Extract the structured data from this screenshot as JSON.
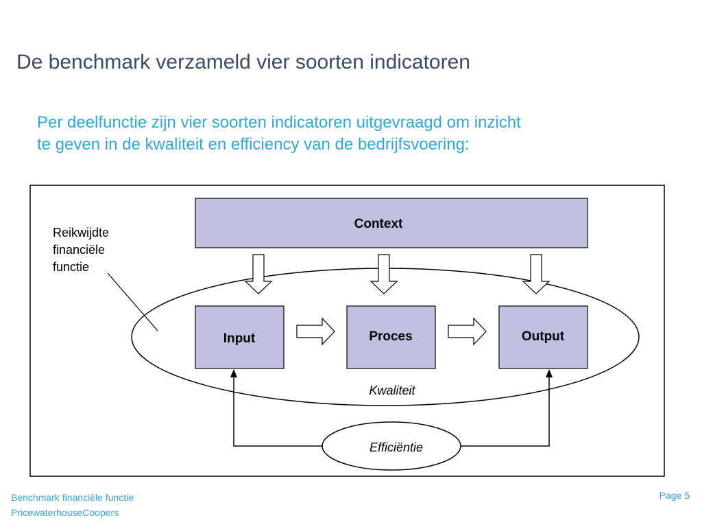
{
  "slide": {
    "title": "De benchmark verzameld vier soorten indicatoren",
    "subtitle_lines": [
      "Per deelfunctie zijn vier soorten indicatoren uitgevraagd om inzicht",
      "te geven in de kwaliteit en efficiency van de bedrijfsvoering:"
    ]
  },
  "diagram": {
    "scope_label_lines": [
      "Reikwijdte",
      "financiële",
      "functie"
    ],
    "context_label": "Context",
    "input_label": "Input",
    "process_label": "Proces",
    "output_label": "Output",
    "quality_label": "Kwaliteit",
    "efficiency_label": "Efficiëntie",
    "colors": {
      "box_fill": "#c0c0e0",
      "frame": "#000000",
      "stroke": "#000000"
    }
  },
  "footer": {
    "left_lines": [
      "Benchmark financiële functie",
      "PricewaterhouseCoopers"
    ],
    "page_label": "Page 5"
  }
}
